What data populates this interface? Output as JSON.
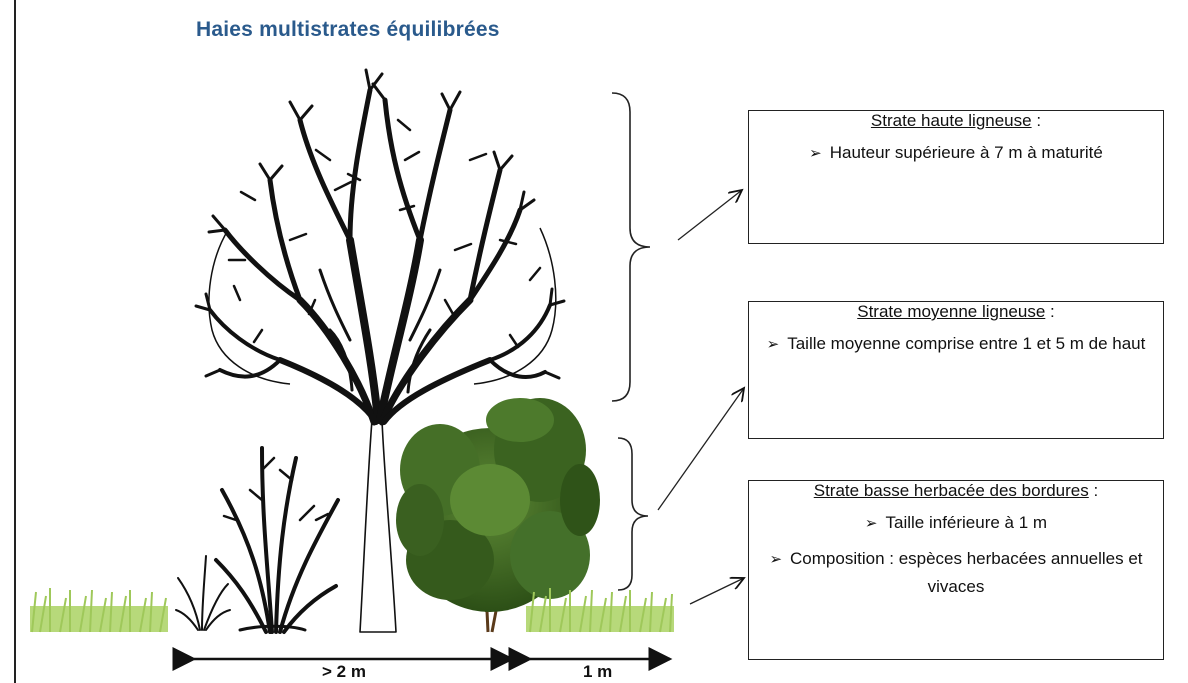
{
  "title": "Haies multistrates équilibrées",
  "strates": [
    {
      "heading": "Strate haute ligneuse",
      "bullets": [
        "Hauteur supérieure à 7 m à maturité"
      ]
    },
    {
      "heading": "Strate moyenne ligneuse",
      "bullets": [
        "Taille moyenne comprise entre 1 et 5 m de haut"
      ]
    },
    {
      "heading": "Strate basse herbacée des bordures",
      "bullets": [
        "Taille inférieure à 1 m",
        "Composition : espèces herbacées annuelles et vivaces"
      ]
    }
  ],
  "dimensions": {
    "width_hedge": "> 2 m",
    "width_border": "1 m"
  },
  "colors": {
    "title": "#2a5a8c",
    "foliage": "#3f6b24",
    "grass": "#a8d060",
    "ink": "#111111"
  },
  "icons": {
    "bullet": "arrowhead-bullet-icon"
  }
}
